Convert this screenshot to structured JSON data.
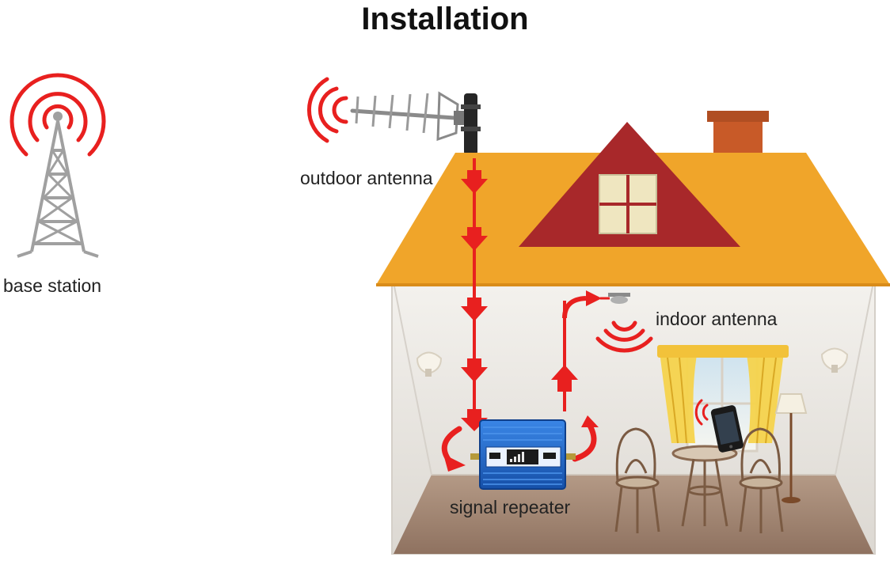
{
  "title": "Installation",
  "labels": {
    "base_station": "base station",
    "outdoor_antenna": "outdoor antenna",
    "indoor_antenna": "indoor antenna",
    "signal_repeater": "signal repeater"
  },
  "colors": {
    "signal_red": "#e8201f",
    "tower_gray": "#a0a0a0",
    "roof_orange": "#f0a52a",
    "gable_red": "#a8282a",
    "chimney": "#c85a28",
    "wall": "#eeeae4",
    "floor": "#a08470",
    "window_light": "#efe6c0",
    "repeater_blue": "#1f64c8",
    "curtain_yellow": "#f5d34c"
  },
  "icons": [
    "signal-wave-icon",
    "cell-tower-icon",
    "yagi-antenna-icon",
    "ceiling-antenna-icon",
    "repeater-box-icon",
    "smartphone-icon",
    "arrow-icon"
  ]
}
